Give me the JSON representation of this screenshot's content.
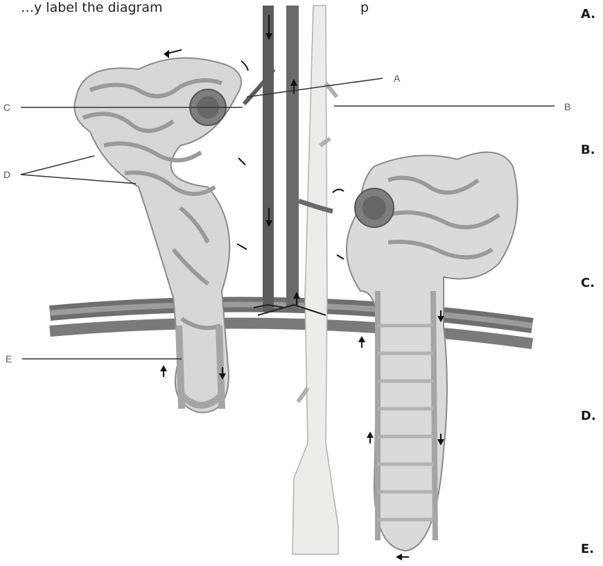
{
  "question": {
    "text_left": "…y label the diagram",
    "text_right": "p"
  },
  "diagram": {
    "labels": [
      "A",
      "B",
      "C",
      "D",
      "E"
    ]
  },
  "answers": {
    "letters": [
      "A.",
      "B.",
      "C.",
      "D.",
      "E."
    ]
  }
}
